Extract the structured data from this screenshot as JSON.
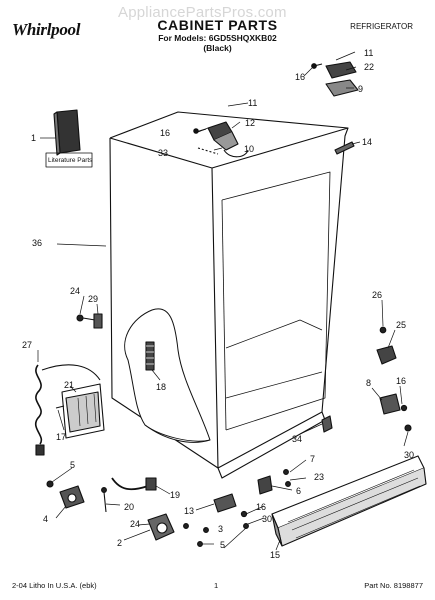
{
  "header": {
    "brand": "Whirlpool",
    "watermark": "AppliancePartsPros.com",
    "title": "CABINET PARTS",
    "models": "For Models: 6GD5SHQXKB02",
    "finish": "(Black)",
    "category": "REFRIGERATOR"
  },
  "literature_label": "Literature Parts",
  "callouts": [
    "1",
    "2",
    "3",
    "4",
    "5",
    "5",
    "6",
    "7",
    "8",
    "9",
    "10",
    "11",
    "11",
    "12",
    "13",
    "14",
    "15",
    "16",
    "16",
    "16",
    "16",
    "17",
    "18",
    "19",
    "20",
    "21",
    "22",
    "23",
    "24",
    "24",
    "25",
    "26",
    "27",
    "29",
    "30",
    "30",
    "33",
    "34",
    "36"
  ],
  "footer": {
    "left": "2-04 Litho In U.S.A. (ebk)",
    "page": "1",
    "part_number": "Part No. 8198877"
  },
  "colors": {
    "ink": "#111111",
    "watermark": "#d6d6d6"
  }
}
